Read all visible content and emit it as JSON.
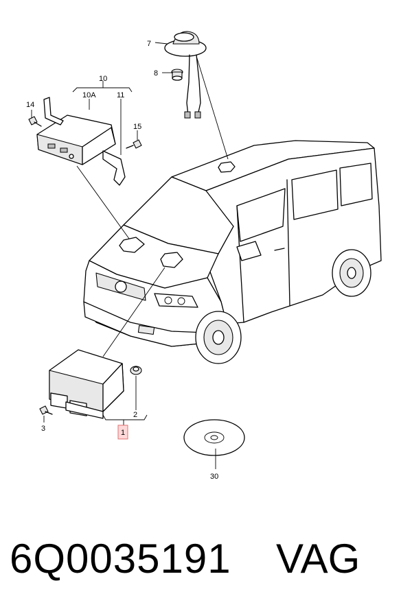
{
  "callouts": {
    "c1": "1",
    "c2": "2",
    "c3": "3",
    "c7": "7",
    "c8": "8",
    "c10": "10",
    "c10a": "10A",
    "c11": "11",
    "c14": "14",
    "c15": "15",
    "c30": "30"
  },
  "caption": {
    "part_number": "6Q0035191",
    "brand": "VAG"
  },
  "colors": {
    "highlight_box_fill": "#ffd9d9",
    "highlight_box_stroke": "#e07070"
  }
}
